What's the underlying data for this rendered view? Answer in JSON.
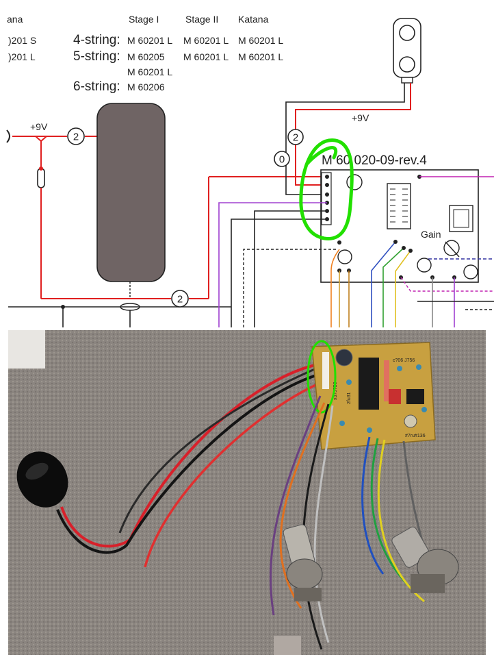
{
  "header": {
    "col_katana_partial": "ana",
    "col_stage1": "Stage I",
    "col_stage2": "Stage II",
    "col_katana": "Katana"
  },
  "left_partial": {
    "row1": ")201 S",
    "row2": ")201 L"
  },
  "rows": [
    {
      "label": "4-string:",
      "stage1": "M 60201 L",
      "stage2": "M 60201 L",
      "katana": "M 60201 L"
    },
    {
      "label": "5-string:",
      "stage1": "M 60205",
      "stage2": "M 60201 L",
      "katana": "M 60201 L"
    },
    {
      "label": "",
      "stage1": "M 60201 L",
      "stage2": "",
      "katana": ""
    },
    {
      "label": "6-string:",
      "stage1": "M 60206",
      "stage2": "",
      "katana": ""
    }
  ],
  "schematic": {
    "voltage_left": "+9V",
    "voltage_right": "+9V",
    "wire_count_left": "2",
    "wire_count_bottom": "2",
    "wire_count_ground": "0",
    "wire_count_top": "2",
    "board_title": "M 60 020-09-rev.4",
    "gain_label": "Gain",
    "highlight_color": "#22e000"
  },
  "photo_labels": {
    "chip1": "c?06 J756",
    "chip2": "#7ru#136",
    "conn": "x37J750",
    "conn2": "2fu31"
  },
  "colors": {
    "red_wire": "#e02020",
    "purple_wire": "#a040d0",
    "magenta_wire": "#c020b0",
    "pickup_fill": "#6f6464",
    "highlight": "#22e000"
  }
}
